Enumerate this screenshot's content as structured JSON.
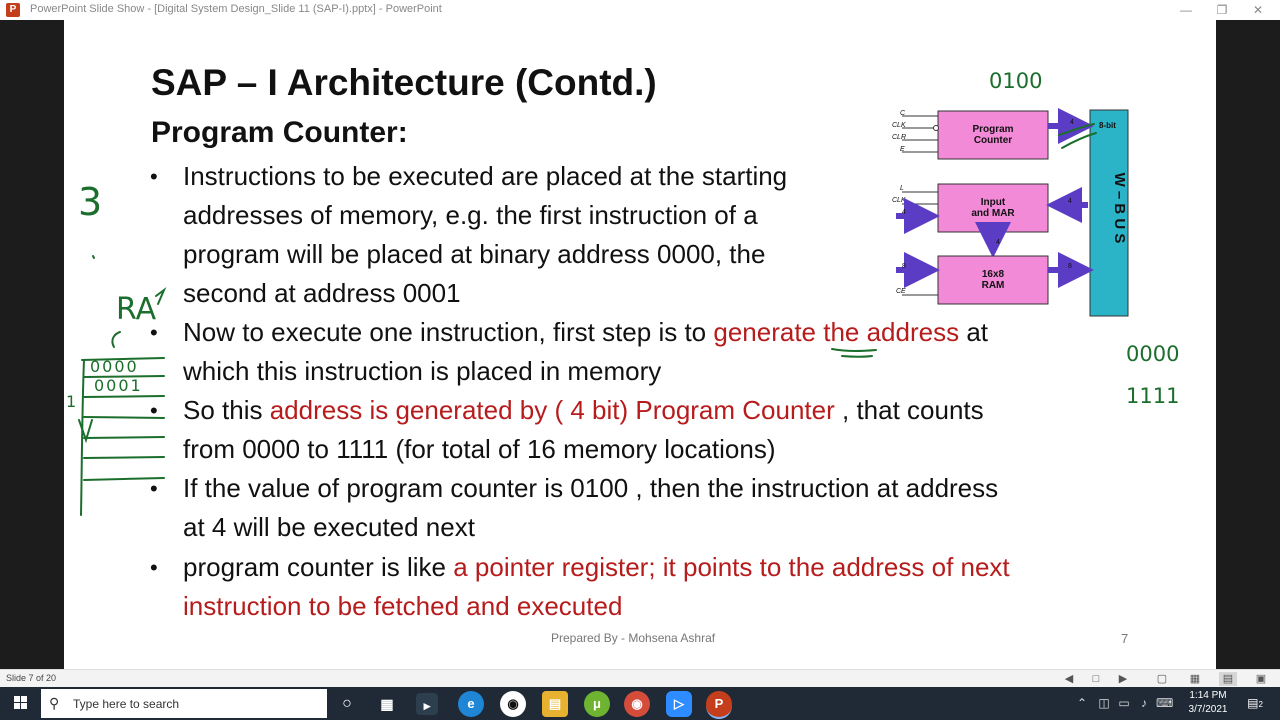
{
  "window": {
    "title": "PowerPoint Slide Show - [Digital System Design_Slide 11 (SAP-I).pptx] - PowerPoint",
    "minimize_icon": "minimize-icon",
    "restore_icon": "restore-icon",
    "close_icon": "close-icon"
  },
  "slide": {
    "title": "SAP – I Architecture (Contd.)",
    "subtitle": "Program Counter:",
    "bullet_symbol": "•",
    "bullets": [
      {
        "lines": [
          "Instructions to be executed are placed at the starting",
          "addresses of memory, e.g. the first instruction of a",
          "program will be placed at binary address 0000, the",
          "second at address 0001"
        ]
      },
      {
        "pre": "Now to execute one instruction, first step is to ",
        "hl": "generate the address",
        "post": " at",
        "line2": "which this instruction is placed in memory"
      },
      {
        "pre": "So this ",
        "hl": "address is generated by ( 4 bit) Program Counter",
        "post": " , that counts",
        "line2": "from 0000 to 1111 (for total of 16 memory locations)"
      },
      {
        "lines": [
          "If the value of program counter is 0100 , then the instruction at address",
          "at 4 will be executed next"
        ]
      },
      {
        "pre": "program counter is like ",
        "hl": "a pointer register; it points to the address of next",
        "line2hl": "instruction to be fetched and executed"
      }
    ],
    "footer": "Prepared By - Mohsena Ashraf",
    "page_number": "7",
    "highlight_color": "#b71c1c",
    "ink_color": "#1b6e2c"
  },
  "diagram": {
    "bus_label": "W – B U S",
    "bus_width": "8-bit",
    "blocks": [
      {
        "name": "Program Counter",
        "lines": [
          "Program",
          "Counter"
        ],
        "inputs": [
          "C",
          "CLK",
          "CLR",
          "E"
        ],
        "subs": [
          "P",
          "",
          "",
          "P"
        ]
      },
      {
        "name": "Input and MAR",
        "lines": [
          "Input",
          "and MAR"
        ],
        "inputs": [
          "L",
          "CLK"
        ],
        "subs": [
          "M",
          ""
        ]
      },
      {
        "name": "16x8 RAM",
        "lines": [
          "16x8",
          "RAM"
        ],
        "inputs": [
          "CE"
        ],
        "subs": [
          ""
        ]
      }
    ],
    "widths": {
      "pc_out": "4",
      "mar_in": "4",
      "mar_ram": "4",
      "ram_out": "8",
      "ram_in": "8",
      "mar_left": "4"
    }
  },
  "annotations": {
    "top_right": "0100",
    "right_1": "0000",
    "right_2": "1111",
    "left_3": "3",
    "left_ra": "RA",
    "mem_1": "0000",
    "mem_2": "0001",
    "mem_1_side": "1"
  },
  "statusbar": {
    "slide_info": "Slide 7 of 20",
    "icons": [
      "prev-icon",
      "notes-icon",
      "next-icon",
      "normal-view-icon",
      "slide-sorter-icon",
      "reading-view-icon",
      "slideshow-icon"
    ]
  },
  "taskbar": {
    "search_placeholder": "Type here to search",
    "apps": [
      "cortana-icon",
      "task-view-icon",
      "sublime-icon",
      "edge-icon",
      "app-icon",
      "file-explorer-icon",
      "utorrent-icon",
      "chrome-icon",
      "zoom-icon",
      "powerpoint-icon"
    ],
    "time": "1:14 PM",
    "date": "3/7/2021",
    "notifications": "2"
  }
}
